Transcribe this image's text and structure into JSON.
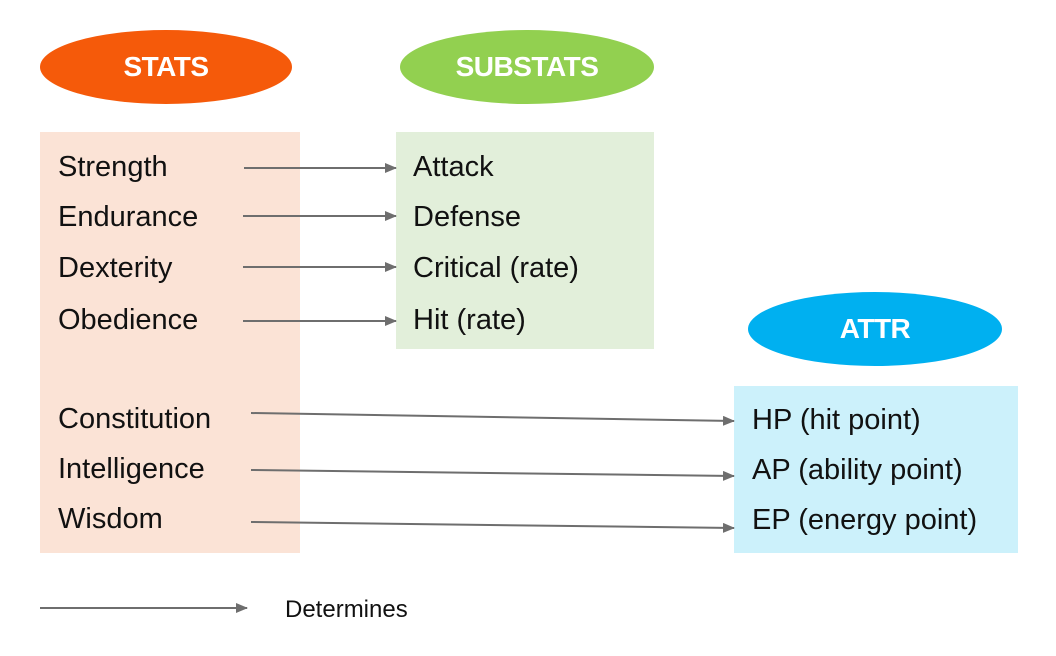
{
  "colors": {
    "stats_header": "#f55a0a",
    "substats_header": "#92d050",
    "attr_header": "#00b0f0",
    "stats_panel": "#fbe3d6",
    "substats_panel": "#e2efda",
    "attr_panel": "#ccf1fb",
    "arrow": "#6e6e6e"
  },
  "headers": {
    "stats": "STATS",
    "substats": "SUBSTATS",
    "attr": "ATTR"
  },
  "stats": [
    "Strength",
    "Endurance",
    "Dexterity",
    "Obedience",
    "Constitution",
    "Intelligence",
    "Wisdom"
  ],
  "substats": [
    "Attack",
    "Defense",
    "Critical (rate)",
    "Hit (rate)"
  ],
  "attrs": [
    "HP (hit point)",
    "AP (ability point)",
    "EP (energy point)"
  ],
  "links": [
    {
      "from": "Strength",
      "to": "Attack"
    },
    {
      "from": "Endurance",
      "to": "Defense"
    },
    {
      "from": "Dexterity",
      "to": "Critical (rate)"
    },
    {
      "from": "Obedience",
      "to": "Hit (rate)"
    },
    {
      "from": "Constitution",
      "to": "HP (hit point)"
    },
    {
      "from": "Intelligence",
      "to": "AP (ability point)"
    },
    {
      "from": "Wisdom",
      "to": "EP (energy point)"
    }
  ],
  "legend": {
    "label": "Determines"
  }
}
